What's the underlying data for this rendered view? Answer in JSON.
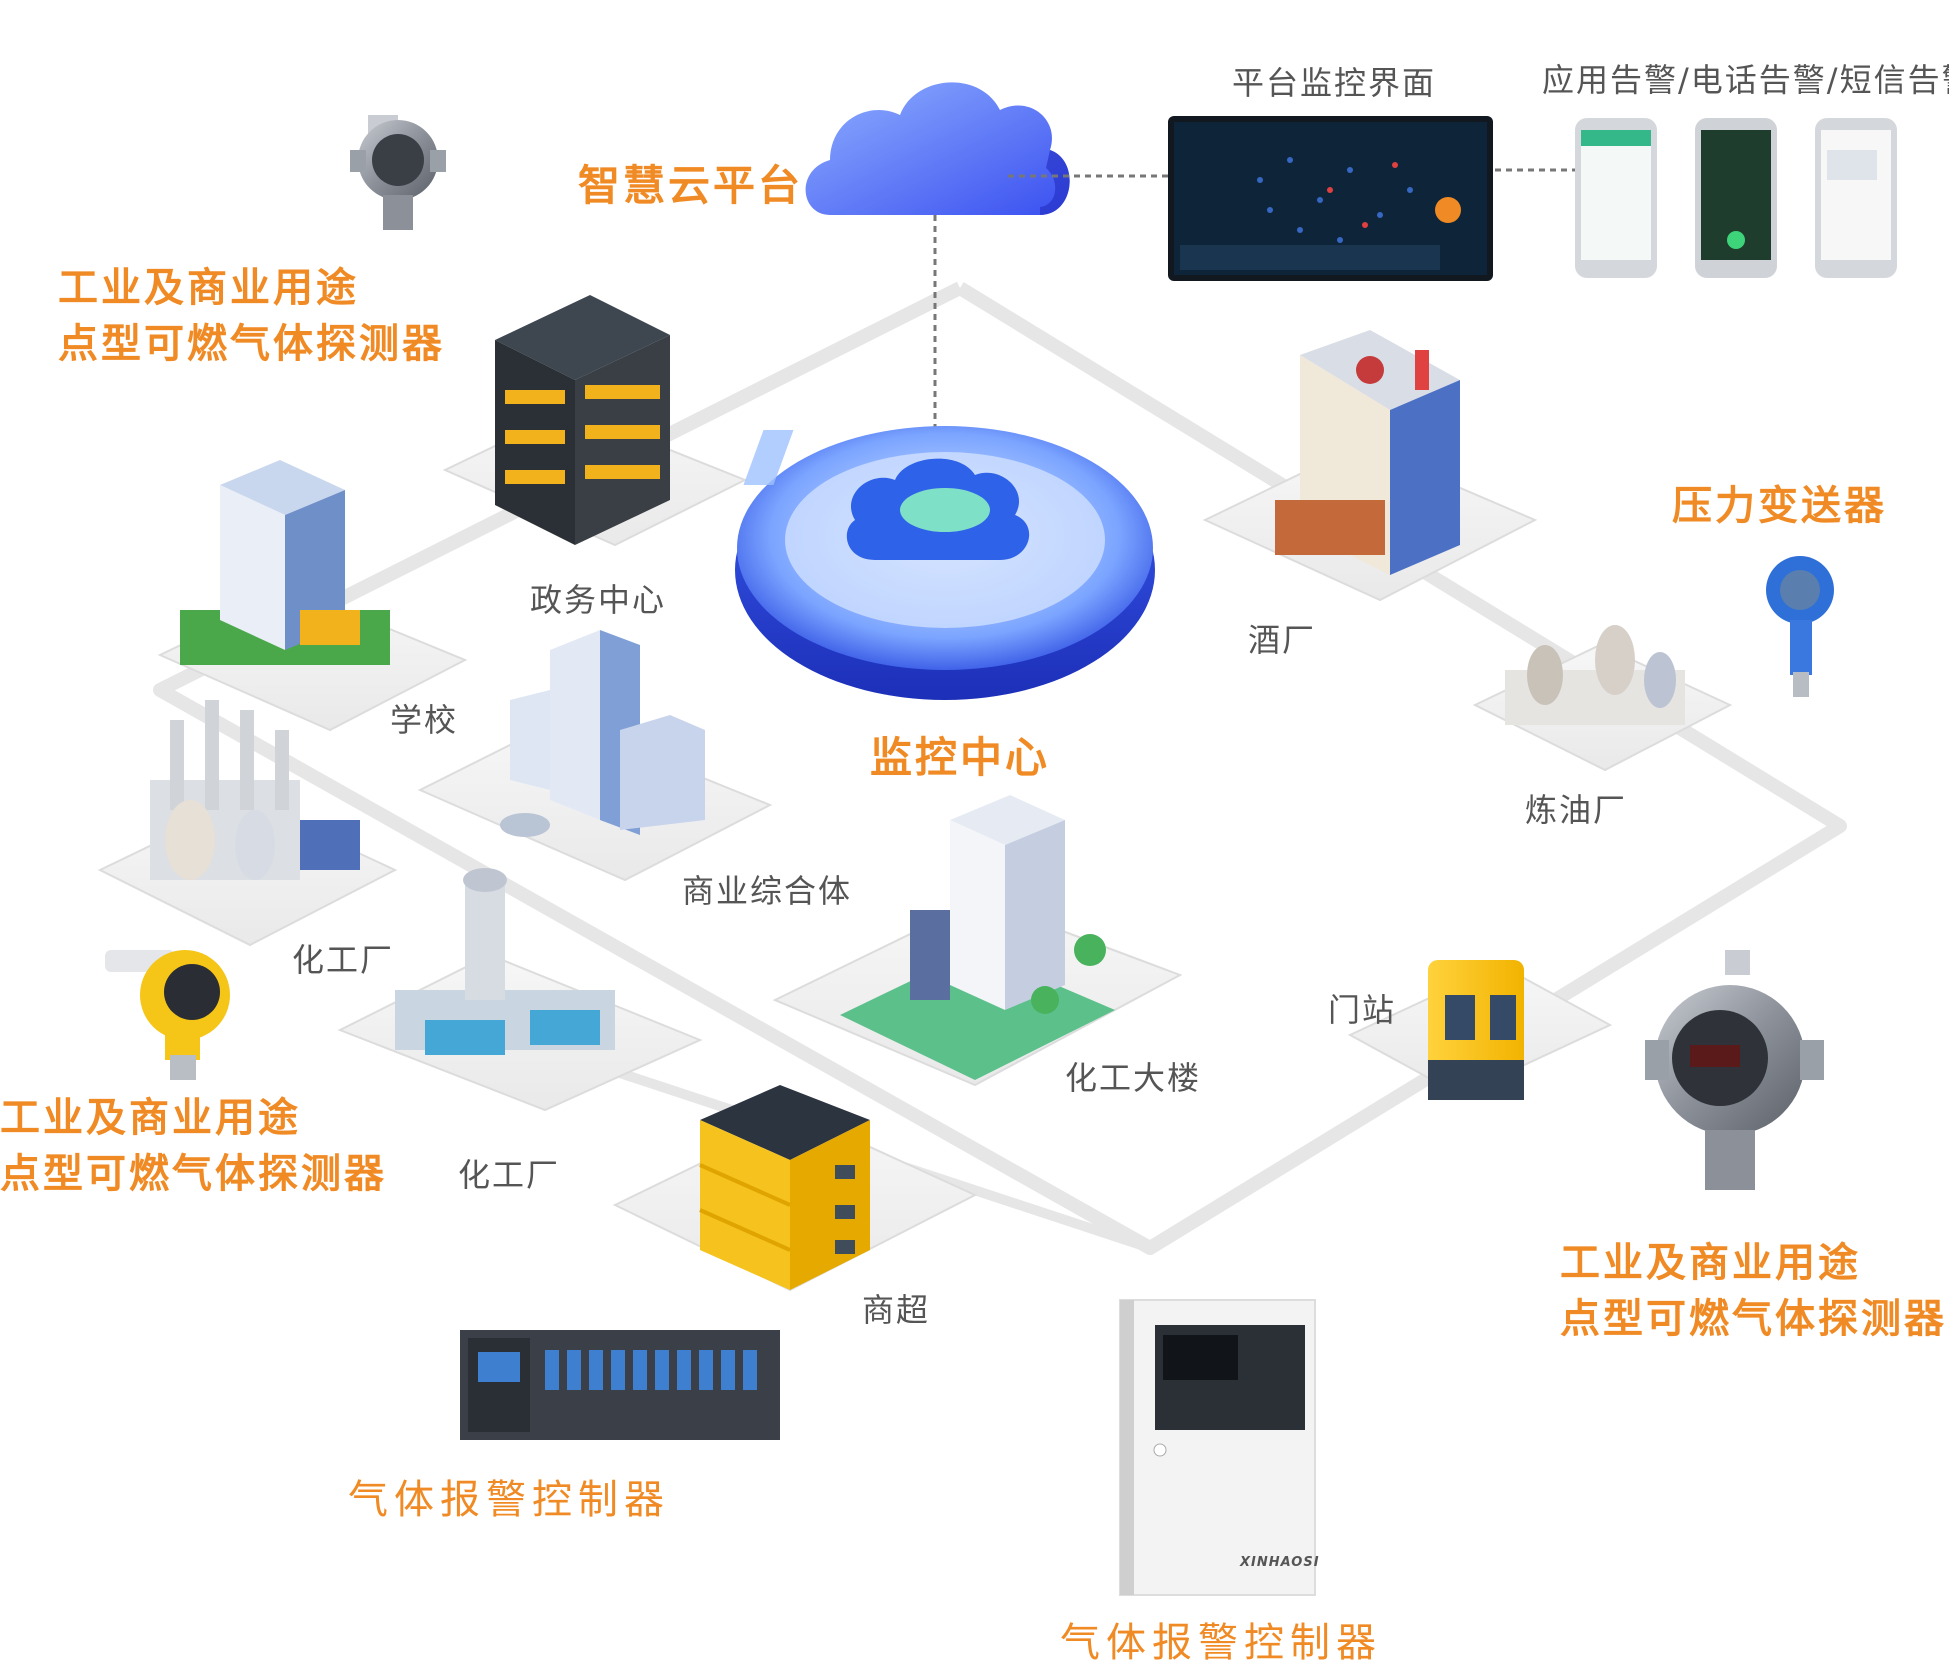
{
  "cloud_platform": {
    "title": "智慧云平台"
  },
  "monitor_center": {
    "title": "监控中心"
  },
  "platform_ui": {
    "label": "平台监控界面"
  },
  "alerts": {
    "label": "应用告警/电话告警/短信告警"
  },
  "sites": {
    "gov_center": "政务中心",
    "school": "学校",
    "commercial_complex": "商业综合体",
    "chem_plant_1": "化工厂",
    "chem_plant_2": "化工厂",
    "chem_building": "化工大楼",
    "supermarket": "商超",
    "brewery": "酒厂",
    "refinery": "炼油厂",
    "gate_station": "门站"
  },
  "devices": {
    "detector_top_left": {
      "line1": "工业及商业用途",
      "line2": "点型可燃气体探测器"
    },
    "detector_mid_left": {
      "line1": "工业及商业用途",
      "line2": "点型可燃气体探测器"
    },
    "detector_right": {
      "line1": "工业及商业用途",
      "line2": "点型可燃气体探测器"
    },
    "pressure_transmitter": {
      "label": "压力变送器"
    },
    "controller_rack": {
      "label": "气体报警控制器"
    },
    "controller_wall": {
      "label": "气体报警控制器"
    }
  },
  "brand_text": "XINHAOSI",
  "colors": {
    "accent_orange": "#f08a24",
    "cloud_blue": "#4d6ff5",
    "path_grey": "#e6e6e6"
  }
}
